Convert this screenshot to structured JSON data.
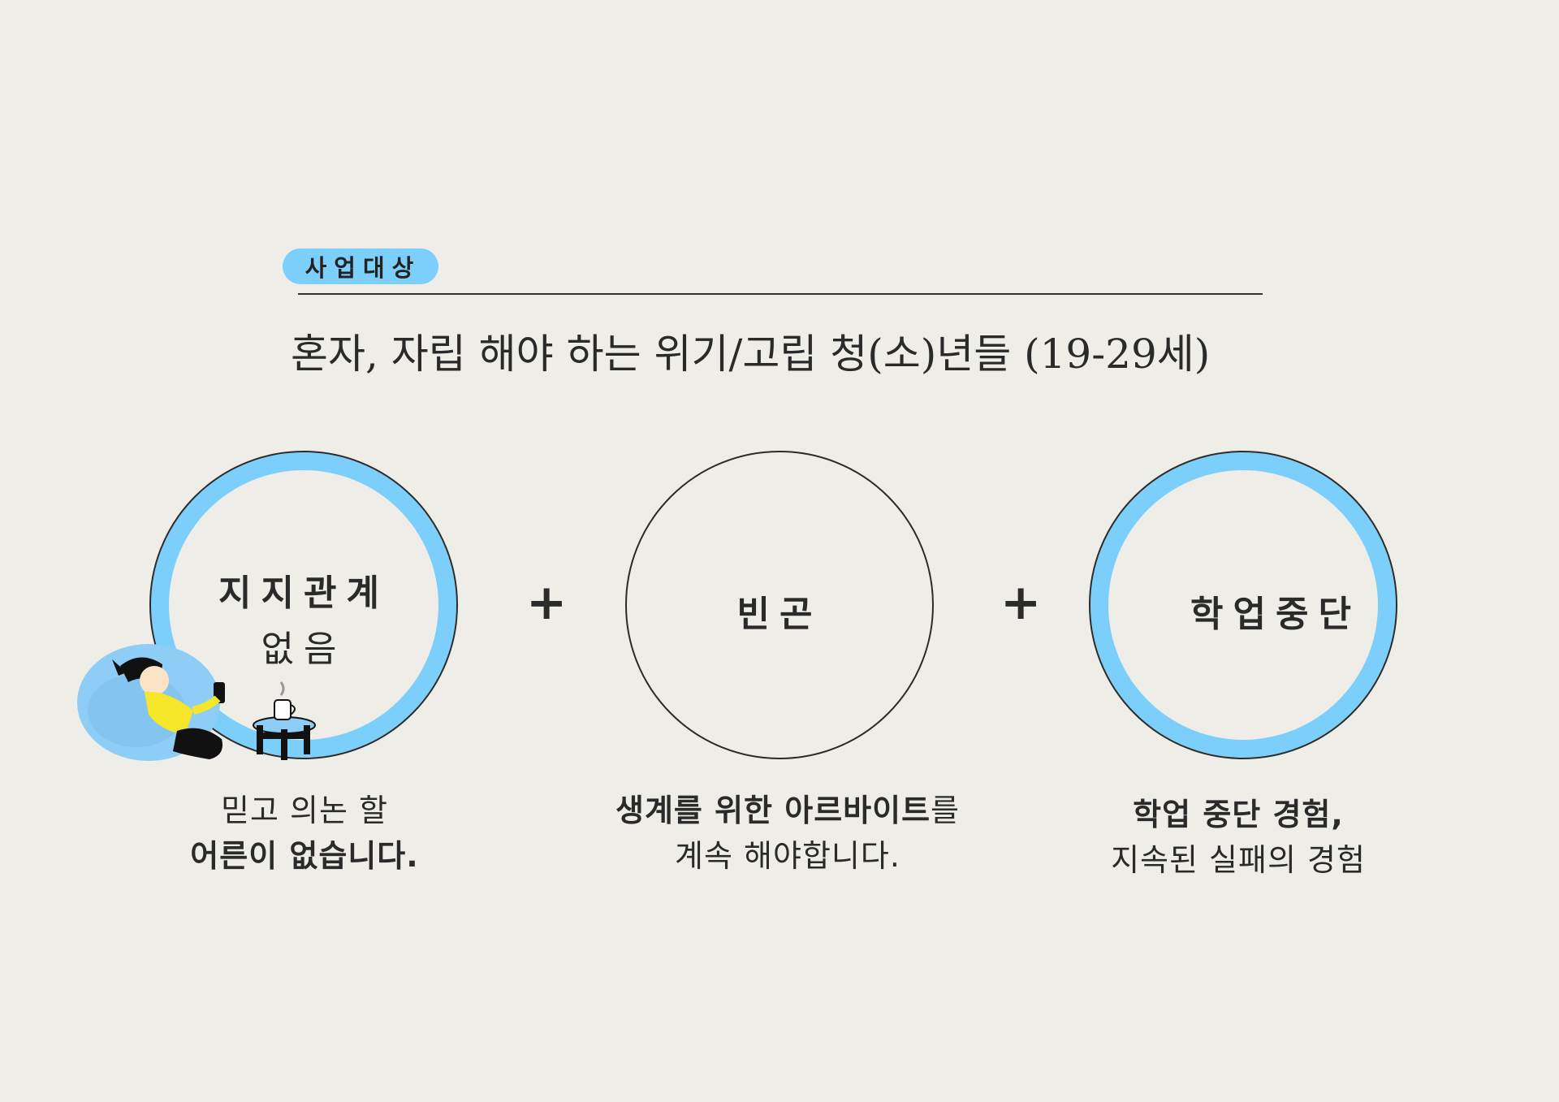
{
  "header": {
    "badge": "사업대상",
    "title": "혼자, 자립 해야 하는 위기/고립 청(소)년들 (19-29세)"
  },
  "cards": [
    {
      "title": "지지관계",
      "subtitle": "없음",
      "caption_line1": "믿고 의논 할",
      "caption_line2": "어른이 없습니다."
    },
    {
      "title": "빈곤",
      "caption_line1_bold": "생계를 위한 아르바이트",
      "caption_line1_rest": "를",
      "caption_line2": "계속 해야합니다."
    },
    {
      "title": "학업중단",
      "caption_line1": "학업 중단 경험,",
      "caption_line2": "지속된 실패의 경험"
    }
  ],
  "operators": {
    "plus1": "+",
    "plus2": "+"
  },
  "colors": {
    "accent": "#7ccffa",
    "background": "#efede8",
    "text": "#2b2b2b"
  }
}
